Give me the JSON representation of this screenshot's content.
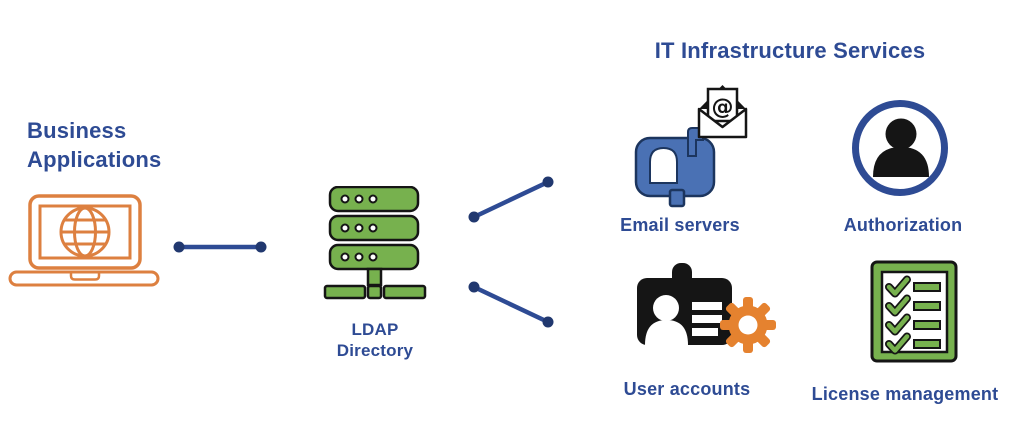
{
  "colors": {
    "text_blue": "#2e4b94",
    "connector_blue": "#2e4b94",
    "dot_blue": "#21386f",
    "green": "#77b14e",
    "orange": "#dd8040",
    "gear_orange": "#e5822f",
    "mailbox_blue": "#4a71b4",
    "mailbox_outline": "#1c355e",
    "icon_black": "#151515"
  },
  "left": {
    "title": "Business Applications",
    "icon": "laptop-globe-icon"
  },
  "center": {
    "label": "LDAP Directory",
    "icon": "server-stack-icon"
  },
  "right": {
    "title": "IT Infrastructure Services",
    "services": [
      {
        "label": "Email servers",
        "icon": "mailbox-envelope-icon"
      },
      {
        "label": "Authorization",
        "icon": "user-circle-icon"
      },
      {
        "label": "User accounts",
        "icon": "id-card-gear-icon"
      },
      {
        "label": "License management",
        "icon": "checklist-icon"
      }
    ]
  },
  "email_icon": {
    "at_symbol": "@"
  },
  "connectors": {
    "count": 3,
    "names": [
      "laptop-to-ldap",
      "ldap-to-email-servers",
      "ldap-to-user-accounts"
    ]
  }
}
